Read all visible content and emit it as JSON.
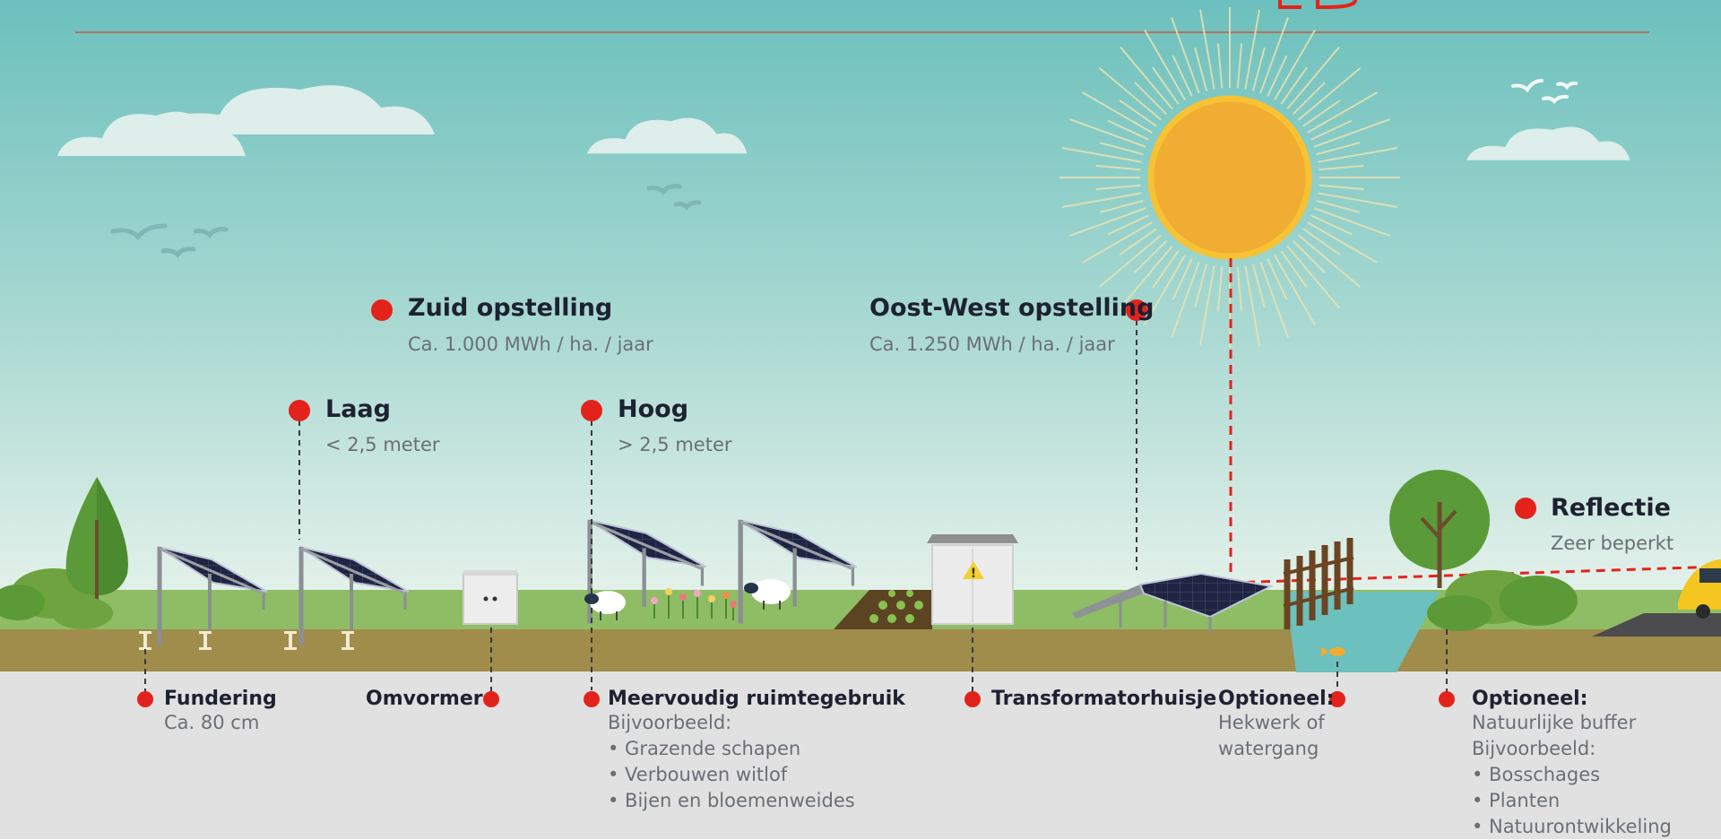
{
  "colors": {
    "sky_top": "#6cc0bd",
    "sky_bottom": "#e3f1ea",
    "grass": "#8ebd65",
    "soil": "#a08c4b",
    "ground_panel": "#e1e1e2",
    "marker_red": "#e3231b",
    "text_dark": "#1d2130",
    "text_grey": "#6a6f74",
    "sun": "#f0ac33",
    "panel": "#1f2442"
  },
  "icons": [
    "sun-icon",
    "cloud-icon",
    "bird-icon",
    "tree-icon",
    "bush-icon",
    "sheep-icon",
    "flower-icon",
    "fence-icon",
    "fish-icon",
    "car-icon",
    "solar-panel-icon",
    "inverter-icon",
    "transformer-icon",
    "warning-icon"
  ],
  "labels": {
    "zuid": {
      "title": "Zuid opstelling",
      "sub": "Ca. 1.000 MWh / ha. / jaar"
    },
    "oostwest": {
      "title": "Oost-West opstelling",
      "sub": "Ca. 1.250 MWh / ha. / jaar"
    },
    "laag": {
      "title": "Laag",
      "sub": "< 2,5 meter"
    },
    "hoog": {
      "title": "Hoog",
      "sub": "> 2,5 meter"
    },
    "reflectie": {
      "title": "Reflectie",
      "sub": "Zeer beperkt"
    },
    "fundering": {
      "title": "Fundering",
      "lines": [
        "Ca. 80 cm"
      ]
    },
    "omvormer": {
      "title": "Omvormer"
    },
    "meervoudig": {
      "title": "Meervoudig ruimtegebruik",
      "lines": [
        "Bijvoorbeeld:",
        "• Grazende schapen",
        "• Verbouwen witlof",
        "• Bijen en bloemenweides"
      ]
    },
    "transformator": {
      "title": "Transformatorhuisje"
    },
    "hekwerk": {
      "title": "Optioneel:",
      "lines": [
        "Hekwerk of",
        "watergang"
      ]
    },
    "buffer": {
      "title": "Optioneel:",
      "lines": [
        "Natuurlijke buffer",
        "Bijvoorbeeld:",
        "• Bosschages",
        "• Planten",
        "• Natuurontwikkeling"
      ]
    }
  }
}
